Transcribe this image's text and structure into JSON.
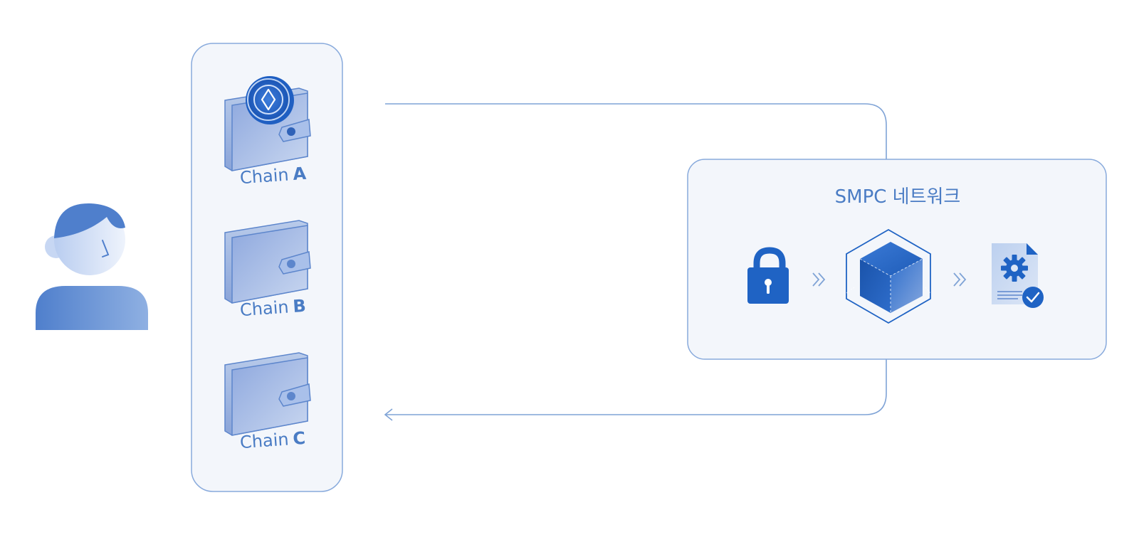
{
  "network": {
    "title": "SMPC 네트워크"
  },
  "chains": [
    {
      "word": "Chain",
      "letter": "A",
      "has_coin": true
    },
    {
      "word": "Chain",
      "letter": "B",
      "has_coin": false
    },
    {
      "word": "Chain",
      "letter": "C",
      "has_coin": false
    }
  ],
  "icons": {
    "user": "user-icon",
    "coin": "coin-icon",
    "wallet": "wallet-icon",
    "lock": "lock-icon",
    "arrows": "double-chevron-right-icon",
    "cube": "cube-icon",
    "document": "document-gear-check-icon"
  },
  "colors": {
    "accent": "#4a7cc4",
    "line": "#7fa3d6",
    "panel_fill": "#f3f6fb",
    "panel_border": "#88aadc",
    "wallet_fill": "#9fb6e3",
    "deep_blue": "#1f63c4"
  }
}
